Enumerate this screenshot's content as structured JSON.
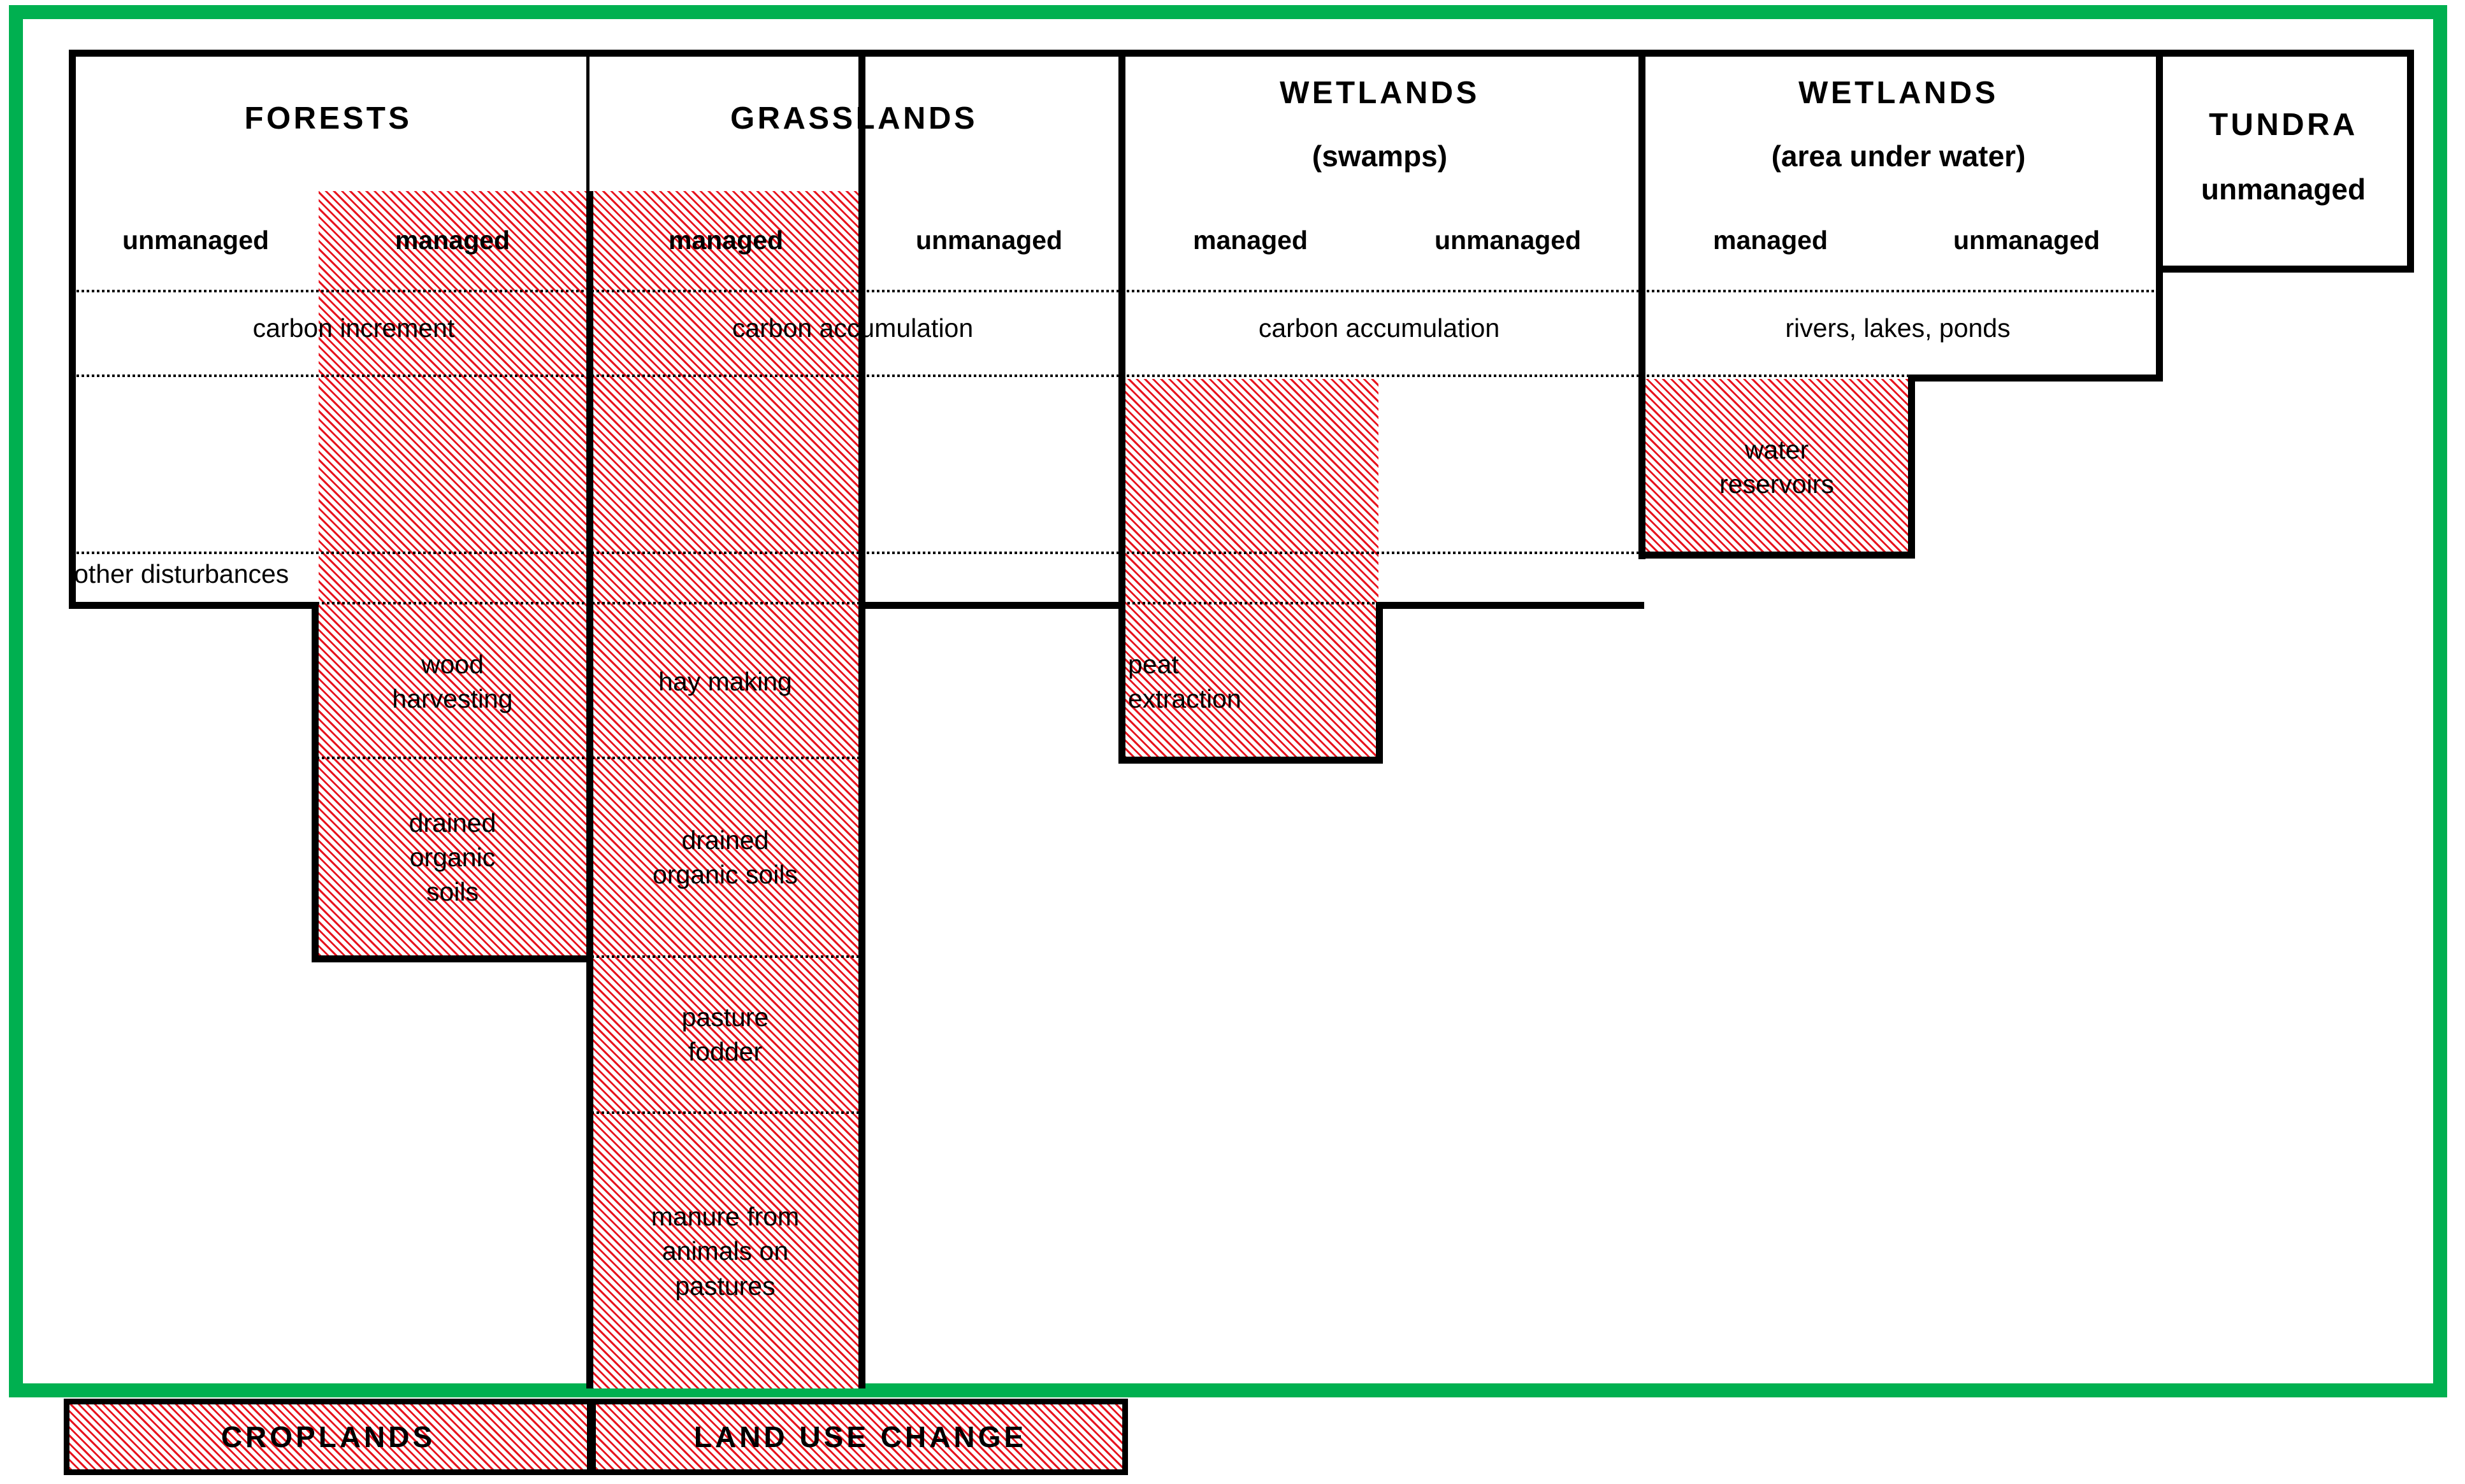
{
  "figure": {
    "title": "Land categories and carbon flux processes",
    "frame_color": "#00B050",
    "hatch_color": "#e8141e",
    "line_color": "#000000"
  },
  "columns": [
    {
      "key": "forests",
      "title": "FORESTS",
      "subtitle": "",
      "management": [
        {
          "label": "unmanaged",
          "hatched": false
        },
        {
          "label": "managed",
          "hatched": true
        }
      ]
    },
    {
      "key": "grasslands",
      "title": "GRASSLANDS",
      "subtitle": "",
      "management": [
        {
          "label": "managed",
          "hatched": true
        },
        {
          "label": "unmanaged",
          "hatched": false
        }
      ]
    },
    {
      "key": "wetlands_swamps",
      "title": "WETLANDS",
      "subtitle": "(swamps)",
      "management": [
        {
          "label": "managed",
          "hatched": false
        },
        {
          "label": "unmanaged",
          "hatched": false
        }
      ]
    },
    {
      "key": "wetlands_water",
      "title": "WETLANDS",
      "subtitle": "(area under water)",
      "management": [
        {
          "label": "managed",
          "hatched": false
        },
        {
          "label": "unmanaged",
          "hatched": false
        }
      ]
    },
    {
      "key": "tundra",
      "title": "TUNDRA",
      "subtitle": "",
      "management": [
        {
          "label": "unmanaged",
          "hatched": false
        }
      ]
    }
  ],
  "process_rows": {
    "forests_carbon": "carbon increment",
    "grasslands_carbon": "carbon accumulation",
    "wetlands_swamps_carbon": "carbon accumulation",
    "wetlands_water_carbon": "rivers, lakes, ponds",
    "forests_other_disturbances": "other disturbances",
    "forests_wood_harvesting": "wood\nharvesting",
    "forests_drained_soils": "drained\norganic\nsoils",
    "grasslands_hay": "hay making",
    "grasslands_drained_soils": "drained\norganic soils",
    "grasslands_pasture": "pasture\nfodder",
    "grasslands_manure": "manure from\nanimals on\npastures",
    "wetlands_peat": "peat\nextraction",
    "wetlands_water_reservoirs": "water\nreservoirs"
  },
  "bottom_banners": [
    {
      "key": "croplands",
      "label": "CROPLANDS",
      "hatched": true
    },
    {
      "key": "land_use_change",
      "label": "LAND USE CHANGE",
      "hatched": true
    }
  ]
}
